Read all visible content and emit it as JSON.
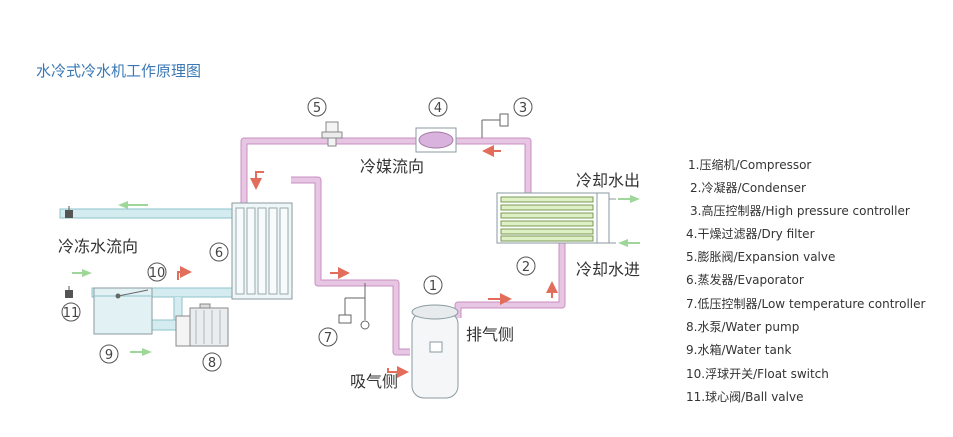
{
  "title": "水冷式冷水机工作原理图",
  "labels": {
    "refrigerant_flow": "冷媒流向",
    "chilled_water_flow": "冷冻水流向",
    "cooling_water_out": "冷却水出",
    "cooling_water_in": "冷却水进",
    "discharge_side": "排气侧",
    "suction_side": "吸气侧"
  },
  "markers": [
    "1",
    "2",
    "3",
    "4",
    "5",
    "6",
    "7",
    "8",
    "9",
    "10",
    "11"
  ],
  "legend": [
    "1.压缩机/Compressor",
    "2.冷凝器/Condenser",
    "3.高压控制器/High  pressure  controller",
    "4.干燥过滤器/Dry  filter",
    "5.膨胀阀/Expansion  valve",
    "6.蒸发器/Evaporator",
    "7.低压控制器/Low  temperature  controller",
    "8.水泵/Water  pump",
    "9.水箱/Water  tank",
    "10.浮球开关/Float  switch",
    "11.球心阀/Ball   valve"
  ],
  "colors": {
    "refrigerant_pipe": "#e7c6e3",
    "refrigerant_edge": "#c98fc2",
    "water_pipe": "#d4ecef",
    "water_edge": "#8cc3cb",
    "arrow_red": "#e26d5a",
    "arrow_green": "#8fd08a",
    "title": "#3a78b5"
  }
}
